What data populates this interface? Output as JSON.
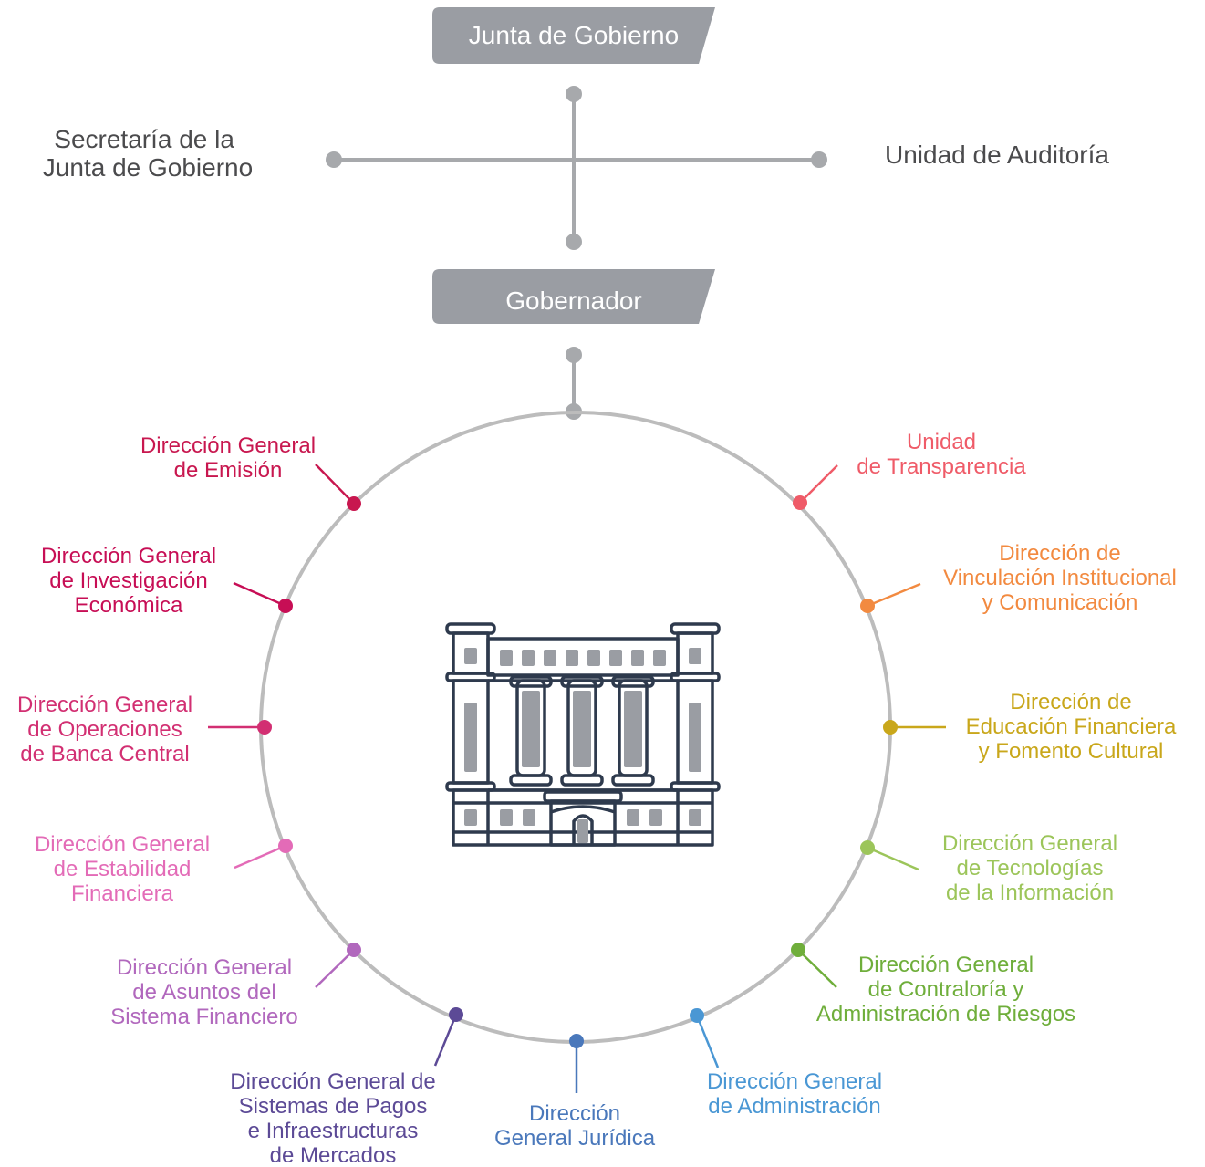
{
  "top": {
    "junta": "Junta de Gobierno",
    "gobernador": "Gobernador",
    "secretaria": [
      "Secretaría de la",
      "Junta de Gobierno"
    ],
    "auditoria": [
      "Unidad de Auditoría"
    ],
    "box_color": "#9a9da3",
    "line_color": "#a7a9ac",
    "text_color": "#4b4b4d"
  },
  "building_icon": "central-bank-building-icon",
  "circle_color": "#bcbcbc",
  "units": [
    {
      "id": "emision",
      "lines": [
        "Dirección General",
        "de Emisión"
      ],
      "color": "#c8174f"
    },
    {
      "id": "investigacion",
      "lines": [
        "Dirección General",
        "de Investigación",
        "Económica"
      ],
      "color": "#c70e55"
    },
    {
      "id": "operaciones",
      "lines": [
        "Dirección General",
        "de Operaciones",
        "de Banca Central"
      ],
      "color": "#d22f72"
    },
    {
      "id": "estabilidad",
      "lines": [
        "Dirección General",
        "de Estabilidad",
        "Financiera"
      ],
      "color": "#e36bb7"
    },
    {
      "id": "asuntos",
      "lines": [
        "Dirección General",
        "de Asuntos del",
        "Sistema Financiero"
      ],
      "color": "#b168bd"
    },
    {
      "id": "pagos",
      "lines": [
        "Dirección General de",
        "Sistemas de Pagos",
        "e Infraestructuras",
        "de Mercados"
      ],
      "color": "#5c4a96"
    },
    {
      "id": "juridica",
      "lines": [
        "Dirección",
        "General Jurídica"
      ],
      "color": "#4a78bb"
    },
    {
      "id": "administracion",
      "lines": [
        "Dirección General",
        "de Administración"
      ],
      "color": "#4a97d4"
    },
    {
      "id": "contraloria",
      "lines": [
        "Dirección General",
        "de Contraloría y",
        "Administración de Riesgos"
      ],
      "color": "#6fae3b"
    },
    {
      "id": "tecnologias",
      "lines": [
        "Dirección General",
        "de Tecnologías",
        "de la Información"
      ],
      "color": "#9cc55a"
    },
    {
      "id": "educacion",
      "lines": [
        "Dirección de",
        "Educación Financiera",
        "y Fomento Cultural"
      ],
      "color": "#c9a71b"
    },
    {
      "id": "vinculacion",
      "lines": [
        "Dirección de",
        "Vinculación Institucional",
        "y Comunicación"
      ],
      "color": "#f28a40"
    },
    {
      "id": "transparencia",
      "lines": [
        "Unidad",
        "de Transparencia"
      ],
      "color": "#ef5b68"
    }
  ]
}
